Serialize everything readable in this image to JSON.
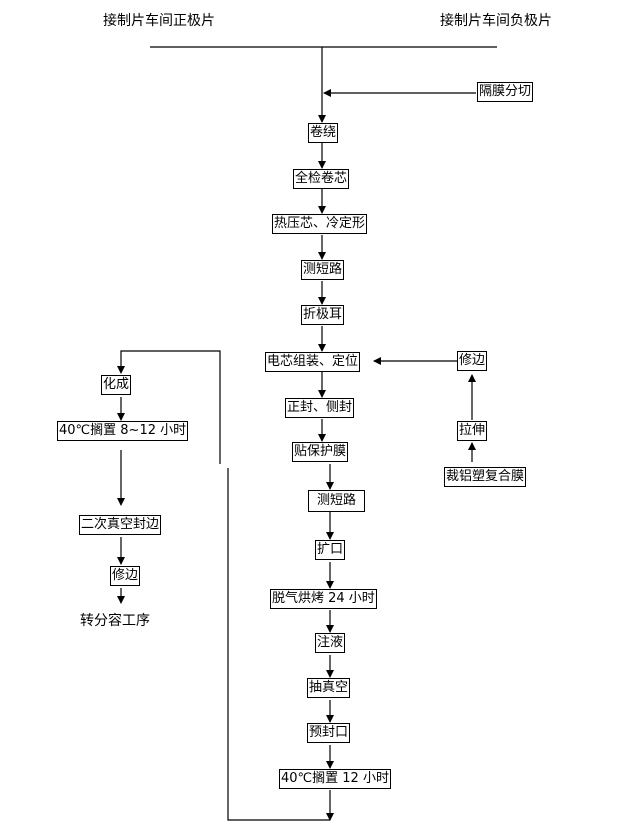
{
  "header": {
    "left": "接制片车间正极片",
    "right": "接制片车间负极片"
  },
  "main_steps": [
    "卷绕",
    "全检卷芯",
    "热压芯、冷定形",
    "测短路",
    "折极耳",
    "电芯组装、定位",
    "正封、侧封",
    "贴保护膜",
    "测短路",
    "扩口",
    "脱气烘烤 24 小时",
    "注液",
    "抽真空",
    "预封口",
    "40℃搁置 12 小时"
  ],
  "side_input": "隔膜分切",
  "film_branch": {
    "source": "裁铝塑复合膜",
    "stretch": "拉伸",
    "trim": "修边"
  },
  "left_branch": {
    "steps": [
      "化成",
      "40℃搁置 8~12 小时",
      "二次真空封边",
      "修边"
    ],
    "end": "转分容工序"
  }
}
